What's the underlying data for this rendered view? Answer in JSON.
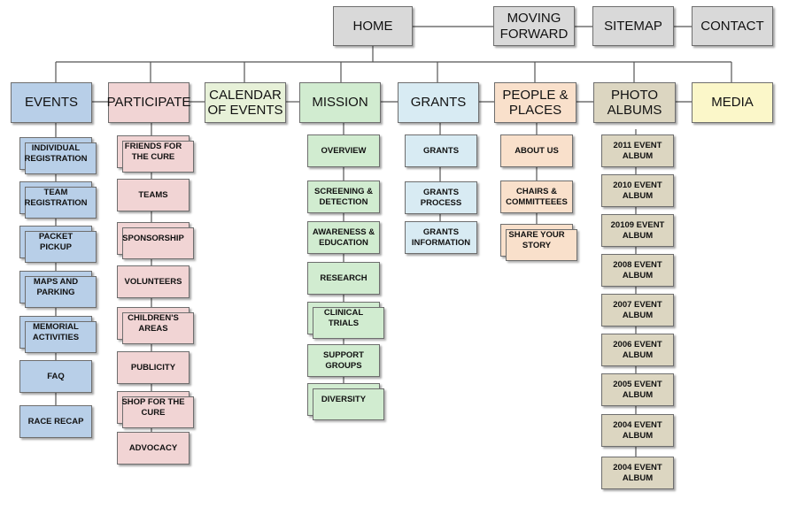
{
  "top_nav": [
    {
      "id": "home",
      "label": "HOME"
    },
    {
      "id": "moving-forward",
      "label": "MOVING\nFORWARD"
    },
    {
      "id": "sitemap",
      "label": "SITEMAP"
    },
    {
      "id": "contact",
      "label": "CONTACT"
    }
  ],
  "sections": [
    {
      "id": "events",
      "label": "EVENTS",
      "color": "#b8cfe8",
      "items": [
        "INDIVIDUAL\nREGISTRATION",
        "TEAM\nREGISTRATION",
        "PACKET\nPICKUP",
        "MAPS AND\nPARKING",
        "MEMORIAL\nACTIVITIES",
        "FAQ",
        "RACE RECAP"
      ]
    },
    {
      "id": "participate",
      "label": "PARTICIPATE",
      "color": "#f1d4d4",
      "items": [
        "FRIENDS FOR\nTHE CURE",
        "TEAMS",
        "SPONSORSHIP",
        "VOLUNTEERS",
        "CHILDREN'S\nAREAS",
        "PUBLICITY",
        "SHOP FOR THE\nCURE",
        "ADVOCACY"
      ]
    },
    {
      "id": "calendar",
      "label": "CALENDAR\nOF EVENTS",
      "color": "#e7f1d8",
      "items": []
    },
    {
      "id": "mission",
      "label": "MISSION",
      "color": "#d1ecd0",
      "items": [
        "OVERVIEW",
        "SCREENING &\nDETECTION",
        "AWARENESS &\nEDUCATION",
        "RESEARCH",
        "CLINICAL\nTRIALS",
        "SUPPORT\nGROUPS",
        "DIVERSITY"
      ]
    },
    {
      "id": "grants",
      "label": "GRANTS",
      "color": "#d8ebf3",
      "items": [
        "GRANTS",
        "GRANTS\nPROCESS",
        "GRANTS\nINFORMATION"
      ]
    },
    {
      "id": "people",
      "label": "PEOPLE &\nPLACES",
      "color": "#f9e0cb",
      "items": [
        "ABOUT US",
        "CHAIRS &\nCOMMITTEEES",
        "SHARE YOUR\nSTORY"
      ]
    },
    {
      "id": "photo",
      "label": "PHOTO\nALBUMS",
      "color": "#dcd6c1",
      "items": [
        "2011 EVENT\nALBUM",
        "2010 EVENT\nALBUM",
        "20109 EVENT\nALBUM",
        "2008 EVENT\nALBUM",
        "2007 EVENT\nALBUM",
        "2006 EVENT\nALBUM",
        "2005 EVENT\nALBUM",
        "2004 EVENT\nALBUM",
        "2004 EVENT\nALBUM"
      ]
    },
    {
      "id": "media",
      "label": "MEDIA",
      "color": "#fbf7c9",
      "items": []
    }
  ]
}
